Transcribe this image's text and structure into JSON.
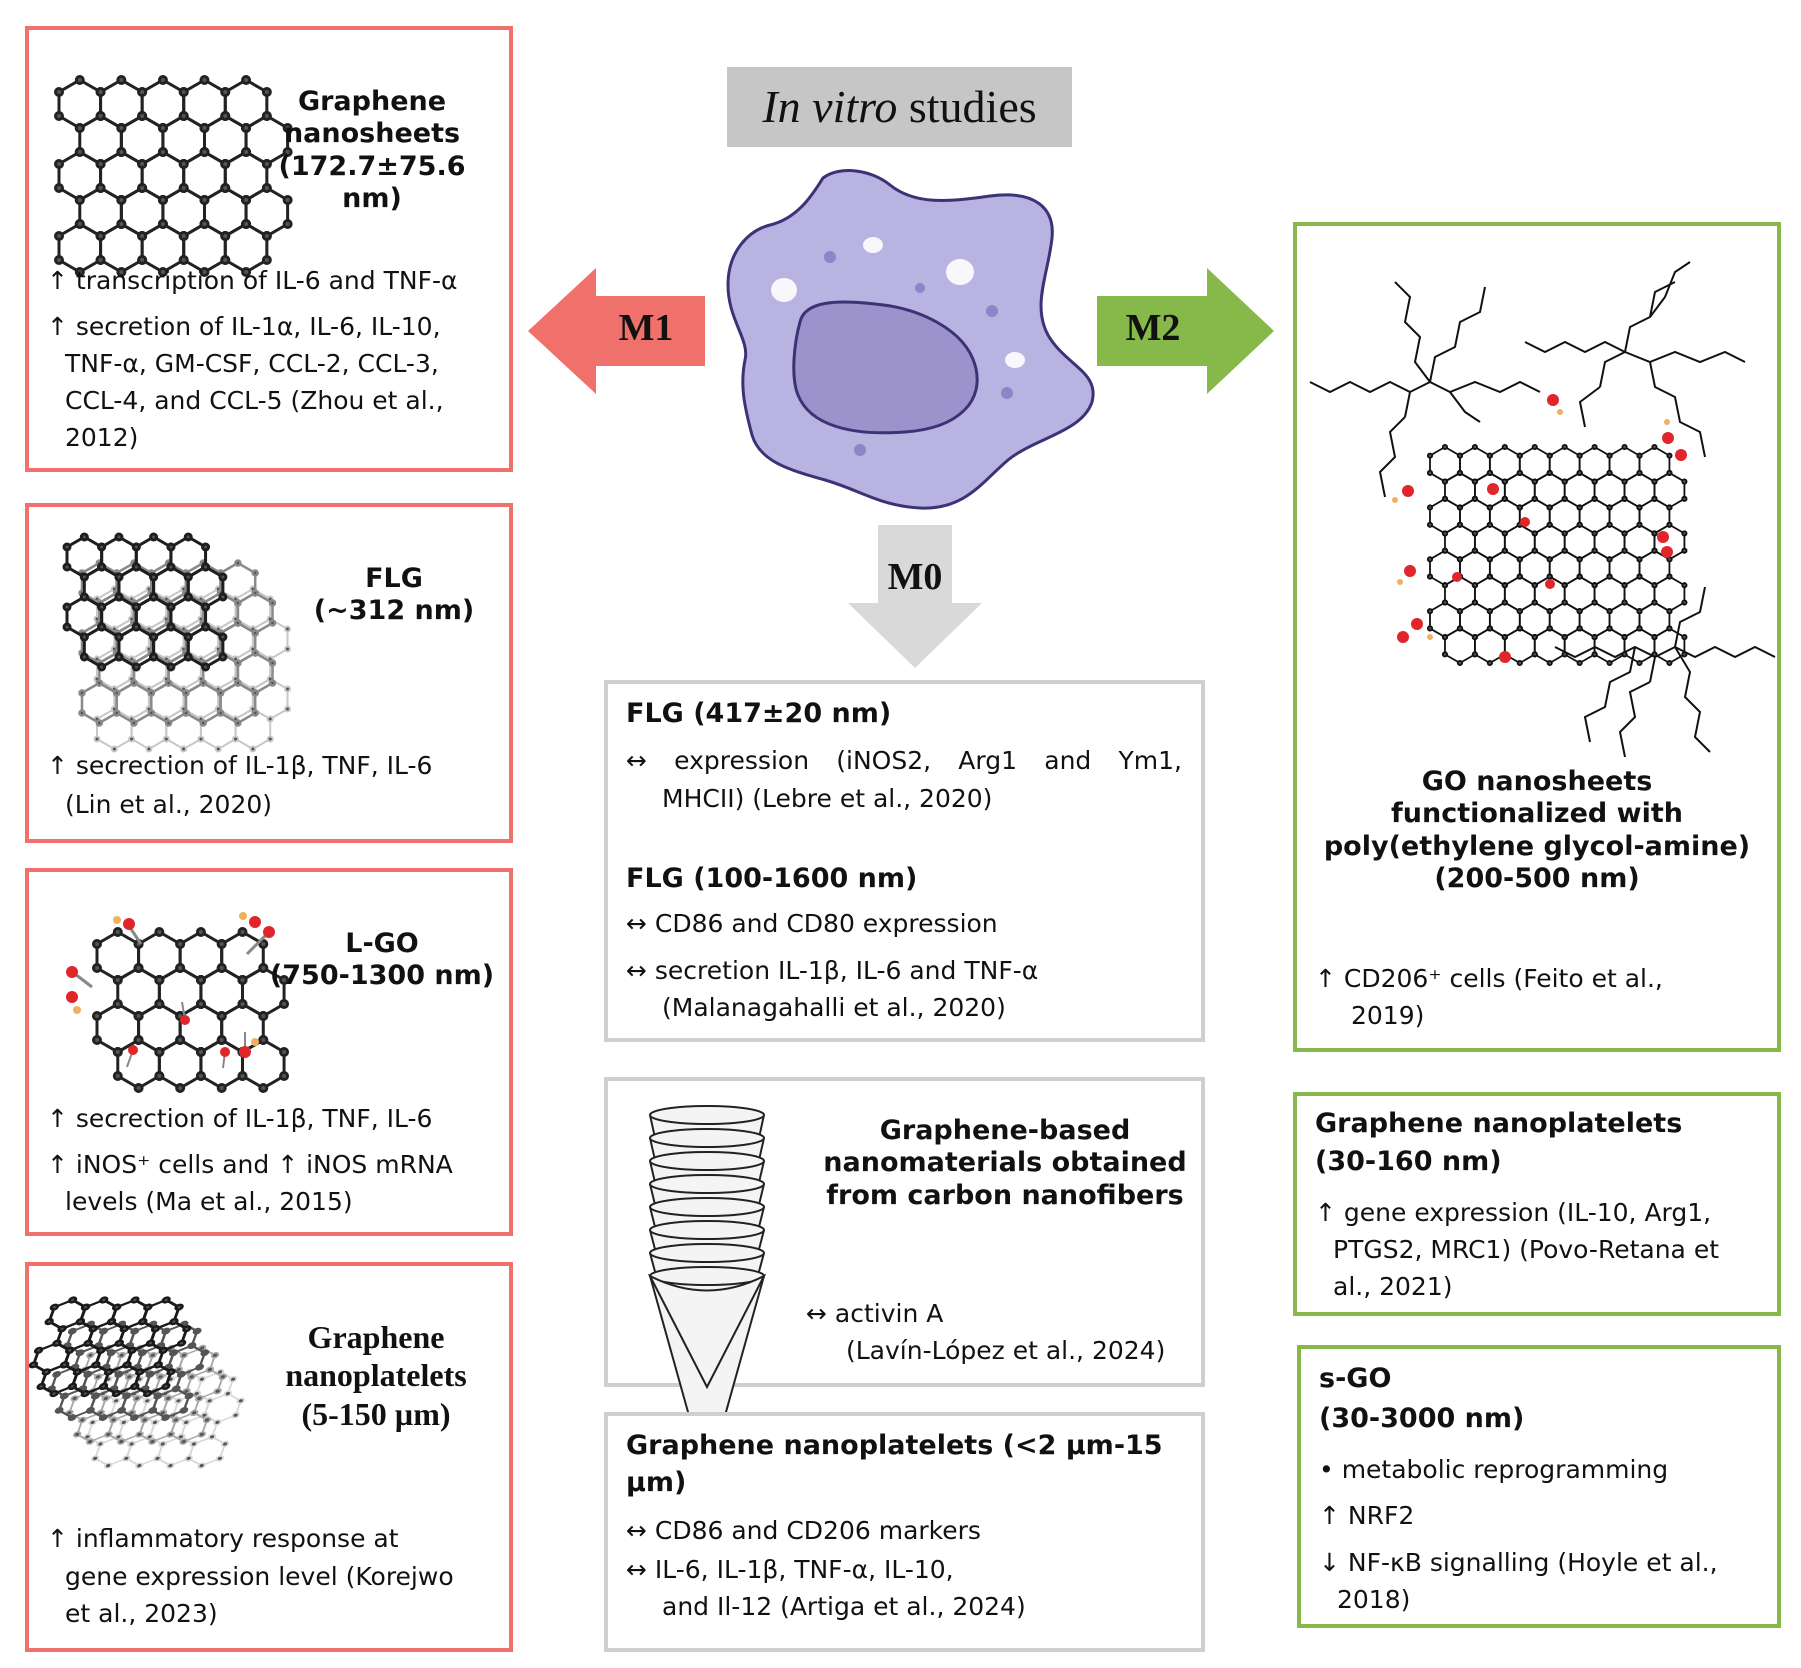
{
  "header": {
    "prefix": "In vitro",
    "suffix": " studies"
  },
  "arrows": {
    "m1": "M1",
    "m2": "M2",
    "m0": "M0"
  },
  "colors": {
    "m1": "#f0706c",
    "m2": "#86b84a",
    "m0": "#d9d9d9",
    "cell": "#b8b3e0",
    "nucleus": "#9c93cc",
    "oxygen": "#e0262a"
  },
  "left": [
    {
      "title": [
        "Graphene",
        "nanosheets",
        "(172.7±75.6 nm)"
      ],
      "lines": [
        "↑ transcription of IL-6 and TNF-α",
        "↑ secretion of IL-1α, IL-6, IL-10,",
        "TNF-α, GM-CSF, CCL-2, CCL-3,",
        "CCL-4, and CCL-5 (Zhou et al.,",
        "2012)"
      ]
    },
    {
      "title": [
        "FLG",
        "(~312 nm)"
      ],
      "lines": [
        "↑ secrection of IL-1β, TNF, IL-6",
        "(Lin et al., 2020)"
      ]
    },
    {
      "title": [
        "L-GO",
        "(750-1300 nm)"
      ],
      "lines": [
        "↑ secrection of IL-1β, TNF, IL-6",
        "↑ iNOS⁺ cells and ↑ iNOS mRNA",
        "levels (Ma et al., 2015)"
      ]
    },
    {
      "title": [
        "Graphene",
        "nanoplatelets",
        "(5-150 µm)"
      ],
      "lines": [
        "↑ inflammatory response at",
        "gene expression level (Korejwo",
        "et al., 2023)"
      ]
    }
  ],
  "center": {
    "box1": {
      "head1": "FLG (417±20 nm)",
      "l1": [
        "↔   expression (iNOS2, Arg1 and Ym1,",
        "MHCII) (Lebre et al., 2020)"
      ],
      "head2": "FLG (100-1600 nm)",
      "l2": [
        "↔ CD86 and CD80 expression",
        "↔ secretion IL-1β, IL-6 and TNF-α",
        "(Malanagahalli et al., 2020)"
      ]
    },
    "box2": {
      "title": [
        "Graphene-based",
        "nanomaterials obtained",
        "from carbon nanofibers"
      ],
      "lines": [
        "↔ activin A",
        "(Lavín-López et al., 2024)"
      ]
    },
    "box3": {
      "head": [
        "Graphene nanoplatelets (<2 µm-15",
        "µm)"
      ],
      "lines": [
        "↔ CD86 and CD206 markers",
        "↔ IL-6, IL-1β, TNF-α, IL-10,",
        "and Il-12 (Artiga et al., 2024)"
      ]
    }
  },
  "right": {
    "box1": {
      "title": [
        "GO nanosheets",
        "functionalized with",
        "poly(ethylene glycol-amine)",
        "(200-500 nm)"
      ],
      "lines": [
        "↑ CD206⁺ cells  (Feito et al.,",
        "2019)"
      ]
    },
    "box2": {
      "head": [
        "Graphene  nanoplatelets",
        "(30-160 nm)"
      ],
      "lines": [
        "↑ gene expression (IL-10, Arg1,",
        "PTGS2, MRC1) (Povo-Retana et",
        "al., 2021)"
      ]
    },
    "box3": {
      "head": [
        "s-GO",
        "(30-3000 nm)"
      ],
      "lines": [
        "•  metabolic reprogramming",
        "↑ NRF2",
        "↓ NF-κB signalling (Hoyle et al.,",
        "2018)"
      ]
    }
  }
}
